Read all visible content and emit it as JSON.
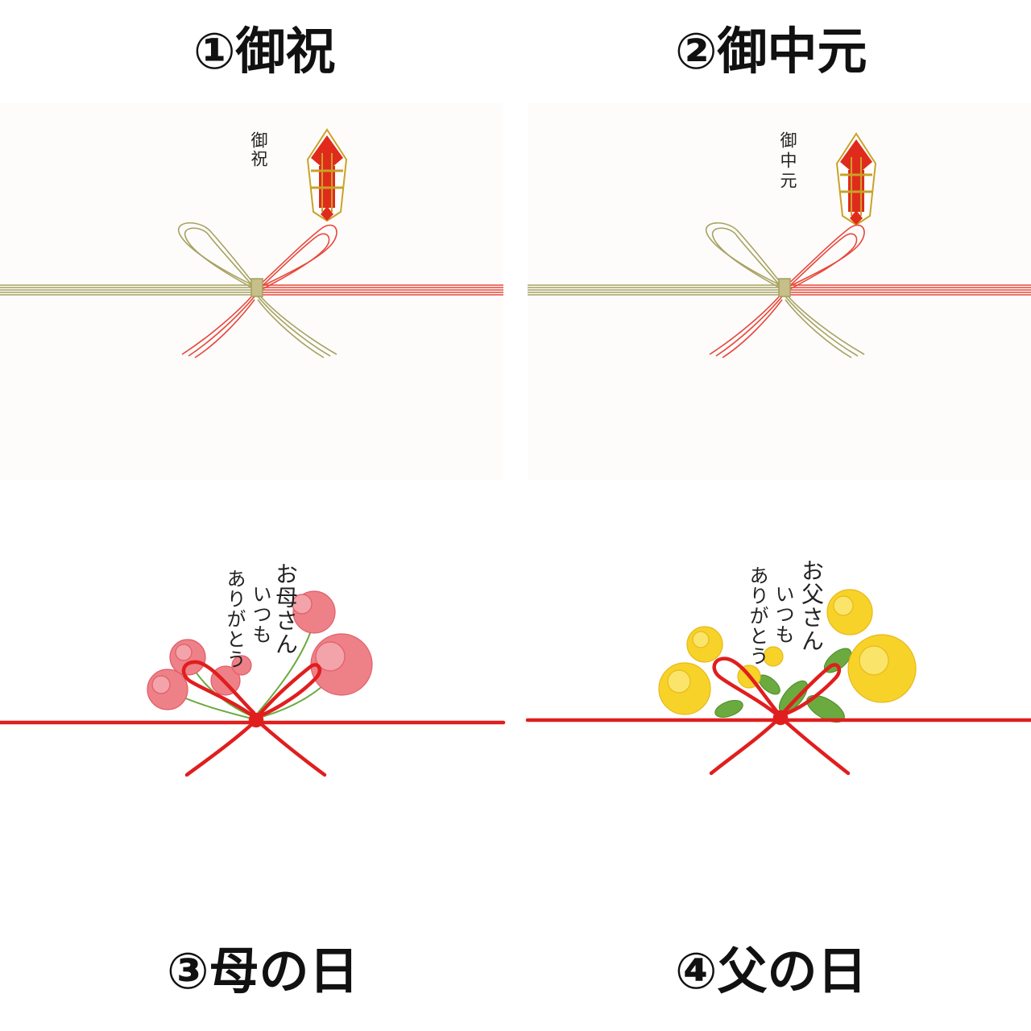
{
  "headings": {
    "q1": "①御祝",
    "q2": "②御中元",
    "q3": "③母の日",
    "q4": "④父の日"
  },
  "panels": {
    "goshuku": {
      "inscription": "御祝"
    },
    "ochugen": {
      "inscription": "御中元"
    },
    "mothers_day": {
      "message_lines": [
        "お母さん",
        "いつも",
        "ありがとう"
      ],
      "flower": "carnation-pink"
    },
    "fathers_day": {
      "message_lines": [
        "お父さん",
        "いつも",
        "ありがとう"
      ],
      "flower": "rose-yellow"
    }
  },
  "colors": {
    "mizuhiki_red": "#e8473b",
    "mizuhiki_gold": "#a7a260",
    "noshi_red": "#e02b1c",
    "noshi_gold": "#c9a227",
    "cord_red": "#e01e1e",
    "carnation_pink": "#ee8088",
    "rose_yellow": "#f7d32a",
    "leaf_green": "#6aaa3e"
  }
}
